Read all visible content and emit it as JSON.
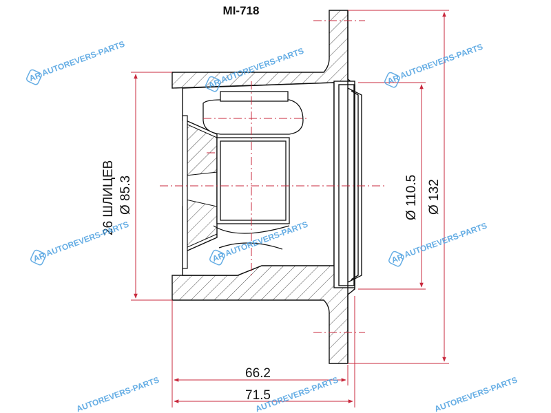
{
  "title": "MI-718",
  "dimensions": {
    "spline_count": "26 ШЛИЦЕВ",
    "spline_diameter": "Ø 85.3",
    "diameter_inner": "Ø 110.5",
    "diameter_outer": "Ø 132",
    "length_short": "66.2",
    "length_long": "71.5"
  },
  "watermark": {
    "text": "AUTOREVERS-PARTS",
    "logo": "AR",
    "color": "#4a9fe0"
  },
  "colors": {
    "outline": "#111111",
    "dimension": "#c8283c",
    "hatch": "#222222"
  }
}
